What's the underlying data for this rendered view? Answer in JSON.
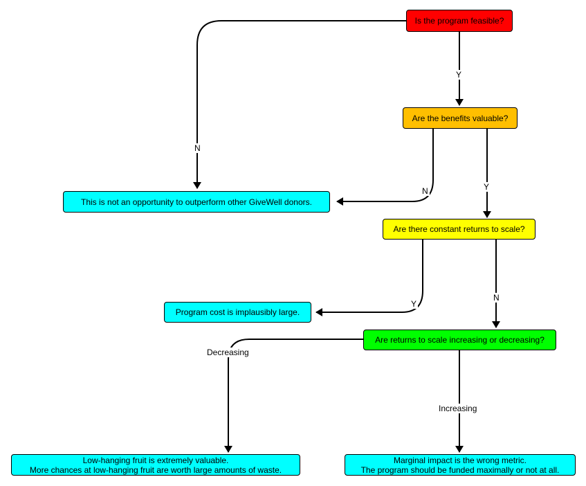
{
  "colors": {
    "red": "#ff0000",
    "orange": "#ffbf00",
    "yellow": "#ffff00",
    "green": "#00ff00",
    "cyan": "#00ffff",
    "edge": "#000000"
  },
  "nodes": {
    "feasible": {
      "text": "Is the program feasible?"
    },
    "benefits": {
      "text": "Are the benefits valuable?"
    },
    "constant": {
      "text": "Are there constant returns to scale?"
    },
    "direction": {
      "text": "Are returns to scale increasing or decreasing?"
    },
    "not_opportunity": {
      "text": "This is not an opportunity to outperform other GiveWell donors."
    },
    "implausible": {
      "text": "Program cost is implausibly large."
    },
    "low_fruit": {
      "line1": "Low-hanging fruit is extremely valuable.",
      "line2": "More chances at low-hanging fruit are worth large amounts of waste."
    },
    "marginal": {
      "line1": "Marginal impact is the wrong metric.",
      "line2": "The program should be funded maximally or not at all."
    }
  },
  "edges": {
    "feasible_yes": "Y",
    "feasible_no": "N",
    "benefits_no": "N",
    "benefits_yes": "Y",
    "constant_yes": "Y",
    "constant_no": "N",
    "decreasing": "Decreasing",
    "increasing": "Increasing"
  }
}
